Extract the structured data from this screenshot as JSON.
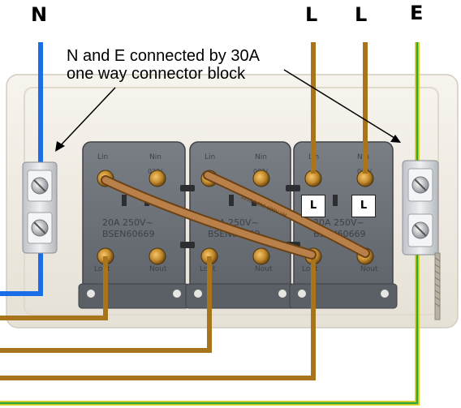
{
  "labels": {
    "top_n": "N",
    "top_l1": "L",
    "top_l2": "L",
    "top_e": "E",
    "caption_line1": "N and E connected by 30A",
    "caption_line2": "one way connector block",
    "switch_tag_1": "L",
    "switch_tag_2": "L"
  },
  "plate_text": {
    "terminal_lin": "Lin",
    "terminal_nin": "Nin",
    "terminal_lout": "Lout",
    "terminal_nout": "Nout",
    "rating_1": "20A 250V~",
    "rating_2": "BSEN60669",
    "terminal_code": "022/",
    "cable_marking": "1018 10SC 600V VH"
  },
  "colors": {
    "neutral_wire": "#1a6ee8",
    "live_wire": "#a8741c",
    "earth_green": "#2fa83a",
    "earth_yellow": "#e8d22a",
    "backbox": "#f2eee6",
    "module": "#6f737a",
    "connector_block": "#d6d9dc"
  }
}
